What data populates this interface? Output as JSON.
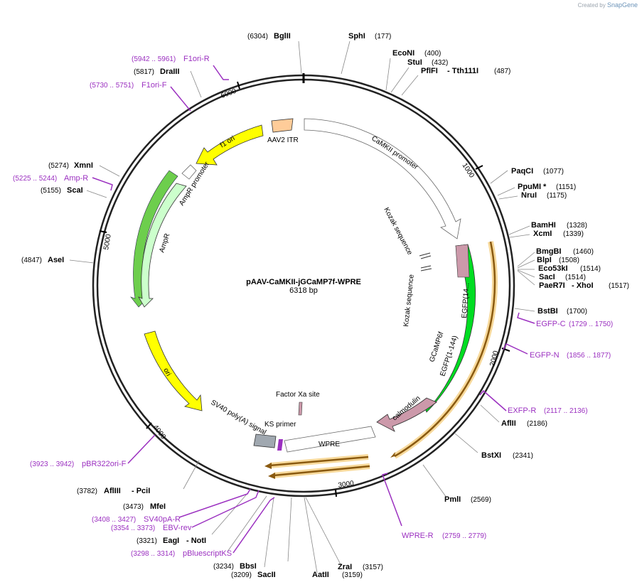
{
  "brand": {
    "created_by": "Created by",
    "app": "SnapGene"
  },
  "plasmid": {
    "name": "pAAV-CaMKII-jGCaMP7f-WPRE",
    "size_label": "6318 bp"
  },
  "ticks": [
    "1000",
    "2000",
    "3000",
    "4000",
    "5000",
    "6000"
  ],
  "features": {
    "aav2_itr": "AAV2 ITR",
    "camkii_promoter": "CaMKII promoter",
    "f1_ori": "f1 ori",
    "ampr_promoter": "AmpR promoter",
    "ampr": "AmpR",
    "ori": "ori",
    "kozak1": "Kozak sequence",
    "kozak2": "Kozak sequence",
    "egfp1": "EGFP(14...",
    "egfp2": "EGFP(1-144)",
    "gcamp": "GCaMP6f",
    "calmodulin": "calmodulin",
    "wpre": "WPRE",
    "sv40": "SV40 poly(A) signal",
    "ks_primer": "KS primer",
    "factor_xa": "Factor Xa site"
  },
  "sites": [
    {
      "name": "BglII",
      "pos": "(6304)"
    },
    {
      "name": "SphI",
      "pos": "(177)"
    },
    {
      "name": "EcoNI",
      "pos": "(400)"
    },
    {
      "name": "StuI",
      "pos": "(432)"
    },
    {
      "name": "PflFI",
      "extra": "- Tth111I",
      "pos": "(487)"
    },
    {
      "name": "PaqCI",
      "pos": "(1077)"
    },
    {
      "name": "PpuMI *",
      "pos": "(1151)"
    },
    {
      "name": "NruI",
      "pos": "(1175)"
    },
    {
      "name": "BamHI",
      "pos": "(1328)"
    },
    {
      "name": "XcmI",
      "pos": "(1339)"
    },
    {
      "name": "BmgBI",
      "pos": "(1460)"
    },
    {
      "name": "BlpI",
      "pos": "(1508)"
    },
    {
      "name": "Eco53kI",
      "pos": "(1514)"
    },
    {
      "name": "SacI",
      "pos": "(1514)"
    },
    {
      "name": "PaeR7I",
      "extra": "- XhoI",
      "pos": "(1517)"
    },
    {
      "name": "BstBI",
      "pos": "(1700)"
    },
    {
      "name": "AflII",
      "pos": "(2186)"
    },
    {
      "name": "BstXI",
      "pos": "(2341)"
    },
    {
      "name": "PmlI",
      "pos": "(2569)"
    },
    {
      "name": "ZraI",
      "pos": "(3157)"
    },
    {
      "name": "AatII",
      "pos": "(3159)"
    },
    {
      "name": "SacII",
      "pos": "(3209)"
    },
    {
      "name": "BbsI",
      "pos": "(3234)"
    },
    {
      "name": "EagI",
      "extra": "- NotI",
      "pos": "(3321)"
    },
    {
      "name": "MfeI",
      "pos": "(3473)"
    },
    {
      "name": "AflIII",
      "extra": "- PciI",
      "pos": "(3782)"
    },
    {
      "name": "AseI",
      "pos": "(4847)"
    },
    {
      "name": "ScaI",
      "pos": "(5155)"
    },
    {
      "name": "XmnI",
      "pos": "(5274)"
    },
    {
      "name": "DraIII",
      "pos": "(5817)"
    }
  ],
  "primers": [
    {
      "name": "F1ori-R",
      "range": "(5942 .. 5961)"
    },
    {
      "name": "F1ori-F",
      "range": "(5730 .. 5751)"
    },
    {
      "name": "Amp-R",
      "range": "(5225 .. 5244)"
    },
    {
      "name": "EGFP-C",
      "range": "(1729 .. 1750)"
    },
    {
      "name": "EGFP-N",
      "range": "(1856 .. 1877)"
    },
    {
      "name": "EXFP-R",
      "range": "(2117 .. 2136)"
    },
    {
      "name": "WPRE-R",
      "range": "(2759 .. 2779)"
    },
    {
      "name": "pBR322ori-F",
      "range": "(3923 .. 3942)"
    },
    {
      "name": "SV40pA-R",
      "range": "(3408 .. 3427)"
    },
    {
      "name": "EBV-rev",
      "range": "(3354 .. 3373)"
    },
    {
      "name": "pBluescriptKS",
      "range": "(3298 .. 3314)"
    }
  ],
  "colors": {
    "primer": "#9b30c0",
    "yellow": "#ffff00",
    "green": "#00dd22",
    "ampr": "#ccffcc",
    "itr": "#ffcc99",
    "calmodulin": "#cc99aa",
    "orf": "#c87f1a",
    "orf_halo": "#f7d99b"
  }
}
